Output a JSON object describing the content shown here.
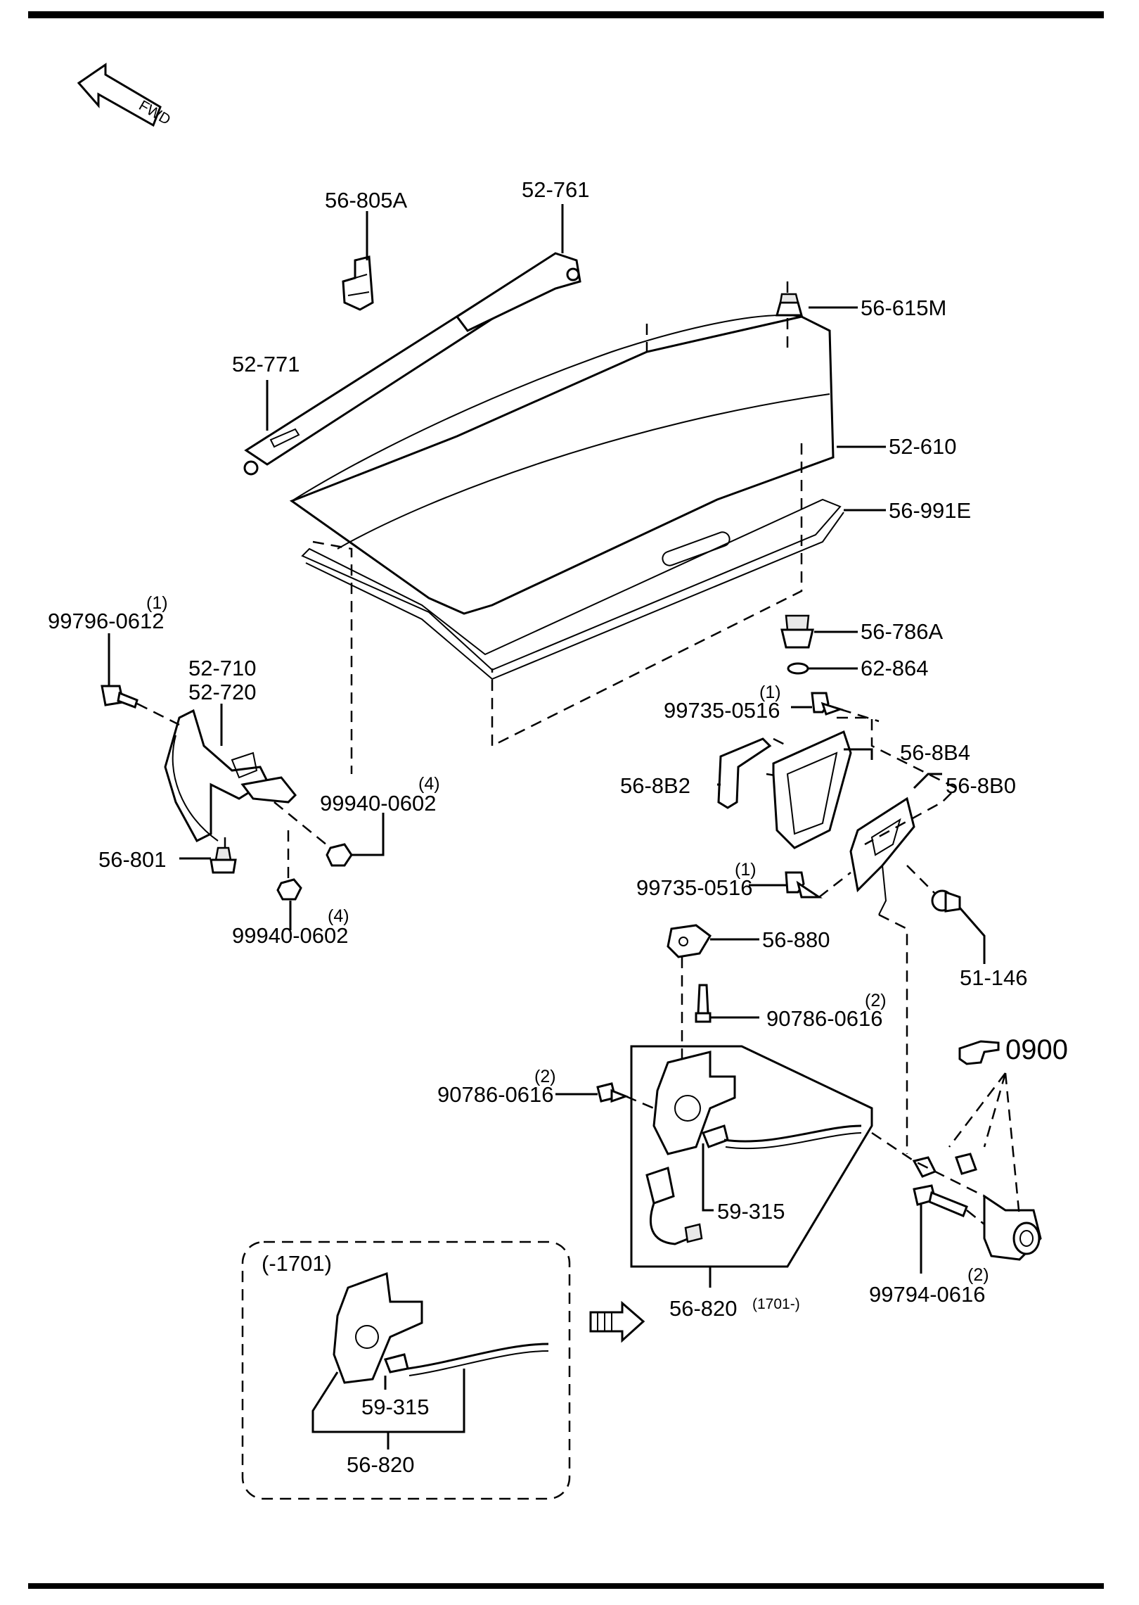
{
  "fwd_label": "FWD",
  "parts": {
    "p56_805A": "56-805A",
    "p52_761": "52-761",
    "p56_615M": "56-615M",
    "p52_771": "52-771",
    "p52_610": "52-610",
    "p56_991E": "56-991E",
    "p99796_0612": "99796-0612",
    "p99796_0612_qty": "(1)",
    "p52_710": "52-710",
    "p52_720": "52-720",
    "p56_786A": "56-786A",
    "p62_864": "62-864",
    "p99735_0516_a": "99735-0516",
    "p99735_0516_a_qty": "(1)",
    "p56_8B4": "56-8B4",
    "p56_8B2": "56-8B2",
    "p56_8B0": "56-8B0",
    "p99940_0602_a": "99940-0602",
    "p99940_0602_a_qty": "(4)",
    "p56_801": "56-801",
    "p99735_0516_b": "99735-0516",
    "p99735_0516_b_qty": "(1)",
    "p99940_0602_b": "99940-0602",
    "p99940_0602_b_qty": "(4)",
    "p51_146": "51-146",
    "p56_880": "56-880",
    "p90786_0616_a": "90786-0616",
    "p90786_0616_a_qty": "(2)",
    "ref_0900": "0900",
    "p90786_0616_b": "90786-0616",
    "p90786_0616_b_qty": "(2)",
    "p59_315_a": "59-315",
    "p99794_0616": "99794-0616",
    "p99794_0616_qty": "(2)",
    "p56_820_a": "56-820",
    "p56_820_a_suffix": "(1701-)",
    "inset_range": "(-1701)",
    "p59_315_b": "59-315",
    "p56_820_b": "56-820"
  }
}
